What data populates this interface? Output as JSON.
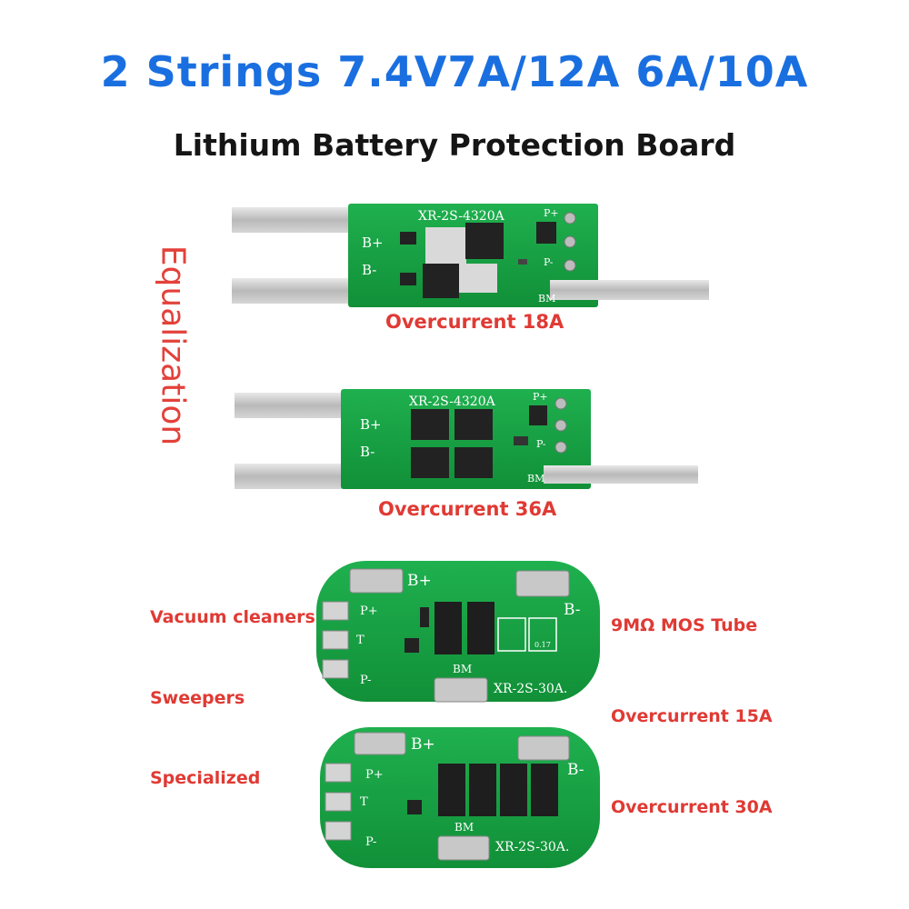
{
  "header": {
    "title": "2 Strings 7.4V7A/12A 6A/10A",
    "subtitle": "Lithium Battery Protection Board"
  },
  "side_label": "Equalization",
  "boards": [
    {
      "model": "XR-2S-4320A",
      "pads": [
        "B+",
        "B-"
      ],
      "terminals": [
        "P+",
        "P-"
      ],
      "bm": "BM",
      "caption": "Overcurrent 18A"
    },
    {
      "model": "XR-2S-4320A",
      "pads": [
        "B+",
        "B-"
      ],
      "terminals": [
        "P+",
        "P-"
      ],
      "bm": "BM",
      "caption": "Overcurrent 36A"
    },
    {
      "model": "XR-2S-30A.",
      "pads": [
        "B+",
        "B-"
      ],
      "terminals": [
        "P+",
        "T",
        "P-"
      ],
      "bm": "BM",
      "resistor": "0.17"
    },
    {
      "model": "XR-2S-30A.",
      "pads": [
        "B+",
        "B-"
      ],
      "terminals": [
        "P+",
        "T",
        "P-"
      ],
      "bm": "BM"
    }
  ],
  "applications": [
    "Vacuum cleaners",
    "Sweepers",
    "Specialized"
  ],
  "specs": [
    "9MΩ MOS Tube",
    "Overcurrent 15A",
    "Overcurrent 30A"
  ],
  "colors": {
    "title": "#1a6fe0",
    "accent": "#e03a34",
    "pcb": "#17a046"
  }
}
